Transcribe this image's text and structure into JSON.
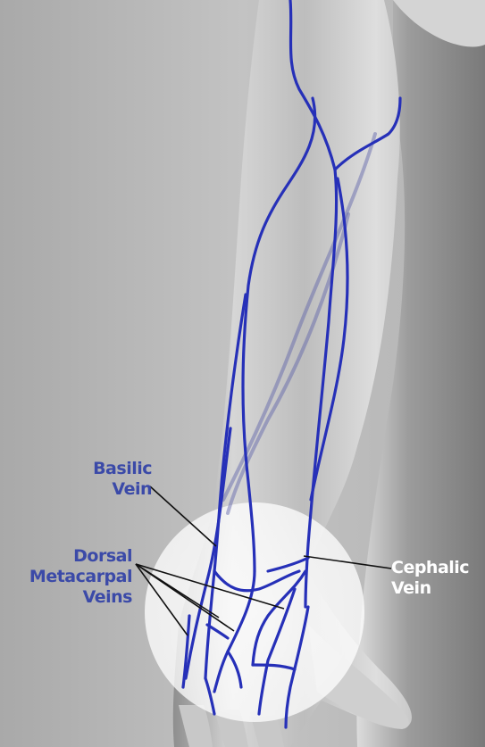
{
  "labels": {
    "basilic": [
      "Basilic",
      "Vein"
    ],
    "dorsal": [
      "Dorsal",
      "Metacarpal",
      "Veins"
    ],
    "cephalic": [
      "Cephalic",
      "Vein"
    ]
  },
  "colors": {
    "vein": "#2630b8",
    "label_blue": "#3b4aa8",
    "label_white": "#ffffff",
    "background": "#b9b9b9"
  }
}
